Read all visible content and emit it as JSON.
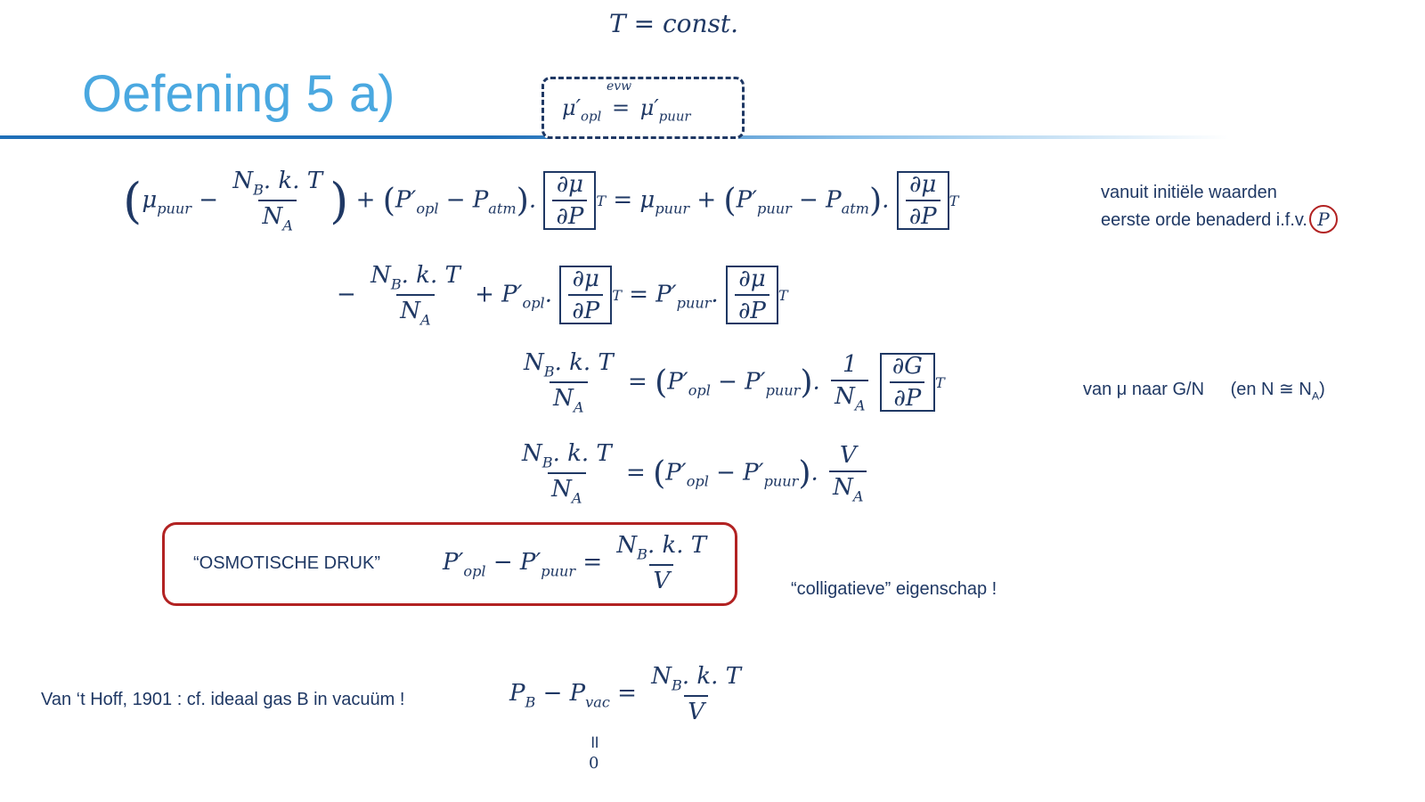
{
  "header_formula": "T = const.",
  "title": "Oefening 5 a)",
  "equilibrium_box": {
    "lhs": "μ′",
    "lhs_sub": "opl",
    "over": "evw",
    "rhs": "μ′",
    "rhs_sub": "puur"
  },
  "notes": {
    "initial_line1": "vanuit initiële waarden",
    "initial_line2": "eerste orde benaderd i.f.v.",
    "circled_var": "P",
    "mu_to_g": "van μ naar G/N",
    "approx": "(en N ≅ N",
    "approx_sub": "A",
    "approx_close": ")",
    "colligative": "“colligatieve” eigenschap !",
    "vant_hoff": "Van ‘t Hoff, 1901 :  cf. ideaal gas B in vacuüm !",
    "osmotic_label": "“OSMOTISCHE DRUK”",
    "parallel": "॥",
    "zero": "0"
  },
  "colors": {
    "title": "#4aa8e0",
    "text": "#1f3864",
    "highlight": "#b22222",
    "rule": "#1f6fb8"
  }
}
